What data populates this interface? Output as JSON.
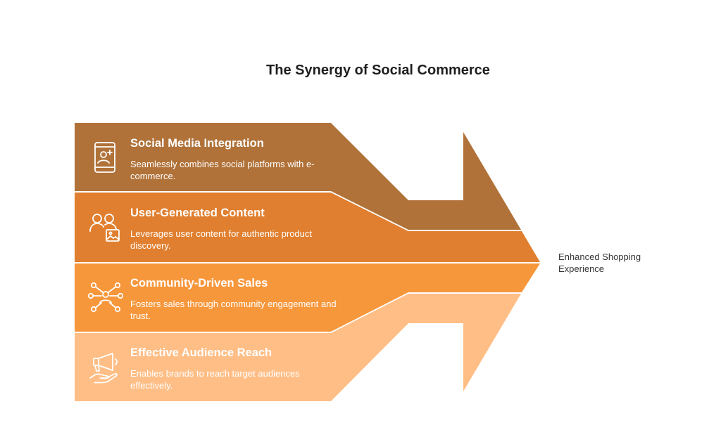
{
  "title": "The Synergy of Social Commerce",
  "outcome": {
    "label": "Enhanced Shopping Experience"
  },
  "colors": {
    "band_1": "#B07239",
    "band_2": "#E07F2F",
    "band_3": "#F7973C",
    "band_4": "#FFBE86",
    "text_on_band": "#FFFFFF",
    "title_text": "#1F1F1F",
    "outcome_text": "#333333"
  },
  "bands": [
    {
      "title": "Social Media Integration",
      "description": "Seamlessly combines social platforms with e-commerce.",
      "icon": "smartphone-user-icon"
    },
    {
      "title": "User-Generated Content",
      "description": "Leverages user content for authentic product discovery.",
      "icon": "users-image-icon"
    },
    {
      "title": "Community-Driven Sales",
      "description": "Fosters sales through community engagement and trust.",
      "icon": "network-hub-icon"
    },
    {
      "title": "Effective Audience Reach",
      "description": "Enables brands to reach target audiences effectively.",
      "icon": "megaphone-hand-icon"
    }
  ]
}
